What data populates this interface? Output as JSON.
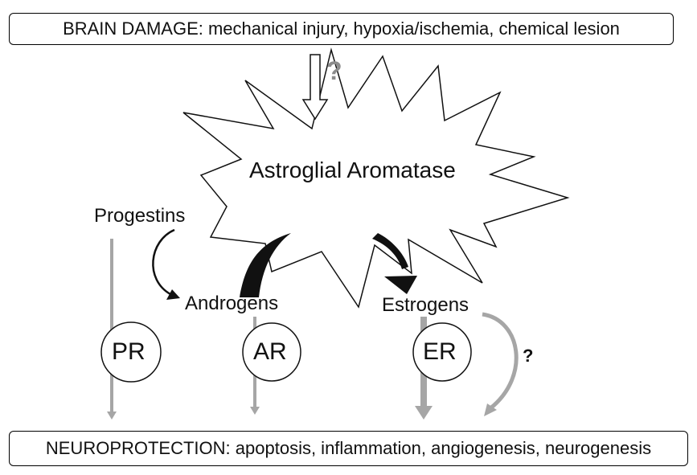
{
  "header": {
    "text": "BRAIN DAMAGE:  mechanical injury, hypoxia/ischemia, chemical lesion"
  },
  "footer": {
    "text": "NEUROPROTECTION: apoptosis, inflammation, angiogenesis, neurogenesis"
  },
  "center": {
    "label": "Astroglial Aromatase",
    "query": "?"
  },
  "hormones": {
    "progestins": "Progestins",
    "androgens": "Androgens",
    "estrogens": "Estrogens"
  },
  "receptors": {
    "pr": "PR",
    "ar": "AR",
    "er": "ER"
  },
  "side_query": "?",
  "colors": {
    "black_arrow": "#111111",
    "gray_arrow": "#a6a6a6",
    "query_gray": "#8c8c8c"
  }
}
